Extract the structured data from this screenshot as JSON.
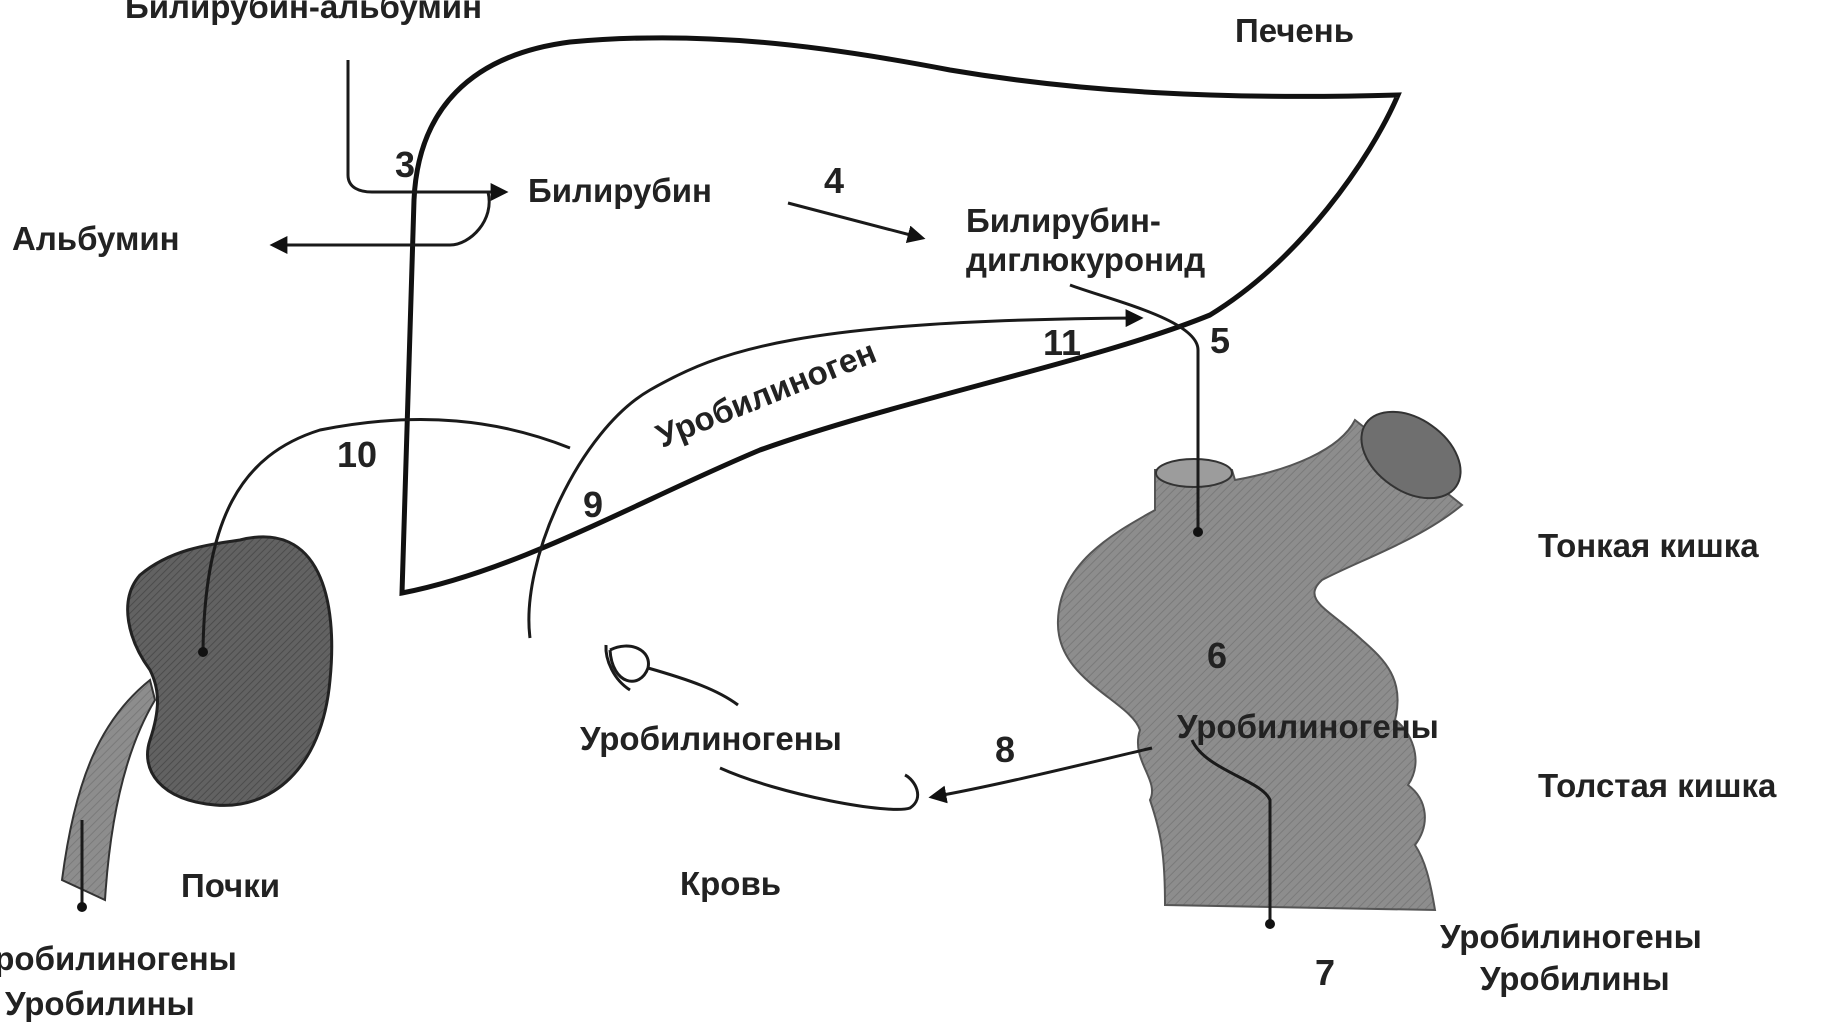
{
  "labels": {
    "bilirubin_albumin": "Билирубин-альбумин",
    "liver": "Печень",
    "albumin": "Альбумин",
    "bilirubin": "Билирубин",
    "bilirubin_diglucuronide_1": "Билирубин-",
    "bilirubin_diglucuronide_2": "диглюкуронид",
    "urobilinogen_liver": "Уробилиноген",
    "small_intestine": "Тонкая кишка",
    "urobilinogens_intestine": "Уробилиногены",
    "large_intestine": "Толстая кишка",
    "urobilinogens_blood": "Уробилиногены",
    "blood": "Кровь",
    "kidneys": "Почки",
    "kidney_out_1": "Уробилиногены",
    "kidney_out_2": "Уробилины",
    "feces_out_1": "Уробилиногены",
    "feces_out_2": "Уробилины"
  },
  "steps": {
    "n3": "3",
    "n4": "4",
    "n5": "5",
    "n6": "6",
    "n7": "7",
    "n8": "8",
    "n9": "9",
    "n10": "10",
    "n11": "11"
  },
  "colors": {
    "organ_fill": "#8f8f8f",
    "kidney_fill": "#5e5e5e",
    "outline": "#111111"
  }
}
